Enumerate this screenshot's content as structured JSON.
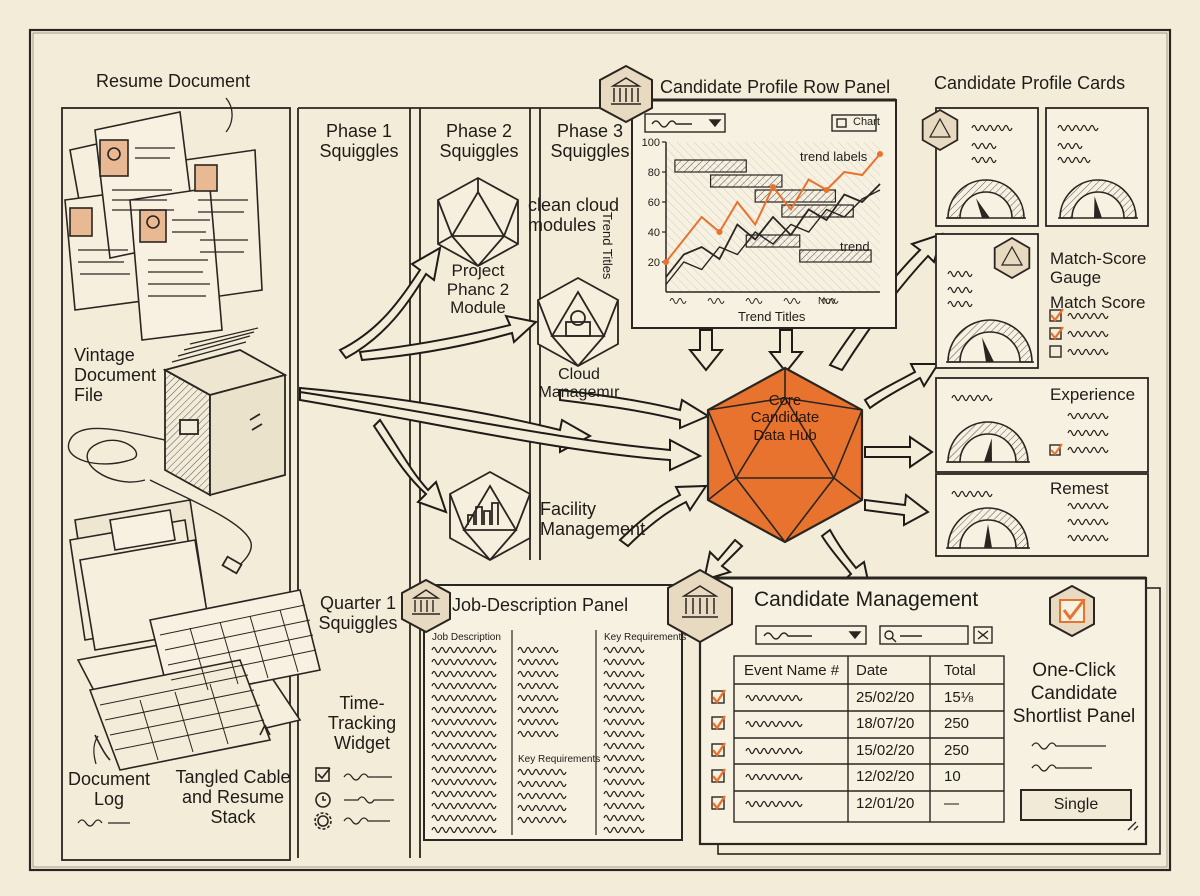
{
  "left": {
    "resume_document": "Resume Document",
    "vintage_file": "Vintage Document File",
    "document_log": "Document Log",
    "tangled_cable": "Tangled Cable and Resume Stack"
  },
  "phases": {
    "phase1": "Phase 1 Squiggles",
    "phase2": "Phase 2 Squiggles",
    "phase3": "Phase 3 Squiggles",
    "quarter1": "Quarter 1 Squiggles",
    "time_tracking": "Time-Tracking Widget"
  },
  "modules": {
    "clean_cloud": "clean cloud modules",
    "project_phase": "Project Phanc 2 Module",
    "cloud_mgmt": "Cloud Managemır",
    "facility_mgmt": "Facility Management"
  },
  "hub": {
    "label": "Core Candidate Data Hub",
    "color": "#e8732f"
  },
  "row_panel": {
    "title": "Candidate Profile Row Panel",
    "chip_chart": "Chart",
    "y_axis_label": "Trend Titles",
    "x_axis_label": "Trend Titles",
    "annotation_top": "trend labels",
    "annotation_mid": "trend",
    "x_tick_last": "Nov"
  },
  "chart_data": {
    "type": "line",
    "ylabel": "Trend Titles",
    "xlabel": "Trend Titles",
    "ylim": [
      0,
      100
    ],
    "y_ticks": [
      100,
      80,
      60,
      40,
      20
    ],
    "x": [
      0,
      1,
      2,
      3,
      4,
      5,
      6,
      7,
      8,
      9,
      10,
      11,
      12
    ],
    "series": [
      {
        "values": [
          20,
          35,
          50,
          40,
          60,
          45,
          70,
          55,
          75,
          68,
          80,
          78,
          92
        ]
      },
      {
        "values": [
          10,
          25,
          30,
          22,
          45,
          35,
          50,
          38,
          55,
          48,
          65,
          60,
          72
        ]
      },
      {
        "values": [
          5,
          20,
          15,
          30,
          25,
          40,
          32,
          45,
          40,
          55,
          50,
          62,
          68
        ]
      }
    ],
    "gantt_bars": [
      {
        "start": 0.5,
        "end": 4.5,
        "level": 84
      },
      {
        "start": 2.5,
        "end": 6.5,
        "level": 74
      },
      {
        "start": 5.0,
        "end": 9.5,
        "level": 64
      },
      {
        "start": 6.5,
        "end": 10.5,
        "level": 54
      },
      {
        "start": 4.5,
        "end": 7.5,
        "level": 34
      },
      {
        "start": 7.5,
        "end": 11.5,
        "level": 24
      }
    ]
  },
  "cards": {
    "title": "Candidate Profile Cards",
    "match_gauge": "Match-Score Gauge",
    "match_score": "Match Score",
    "experience": "Experience",
    "remest": "Remest"
  },
  "job_panel": {
    "title": "Job-Description Panel",
    "col1": "Job Description",
    "col3": "Key Requirements",
    "col2_sub": "Key Requirements"
  },
  "mgmt_panel": {
    "title": "Candidate Management",
    "headers": [
      "Event Name #",
      "Date",
      "Total"
    ],
    "rows": [
      {
        "date": "25/02/20",
        "total": "15⅛"
      },
      {
        "date": "18/07/20",
        "total": "250"
      },
      {
        "date": "15/02/20",
        "total": "250"
      },
      {
        "date": "12/02/20",
        "total": "10"
      },
      {
        "date": "12/01/20",
        "total": "—"
      }
    ]
  },
  "shortlist": {
    "title": "One-Click Candidate Shortlist Panel",
    "button": "Single"
  },
  "colors": {
    "accent": "#e8732f",
    "paper": "#f3ecd9",
    "ink": "#1f1c18",
    "resume_tint": "#e9b994"
  }
}
